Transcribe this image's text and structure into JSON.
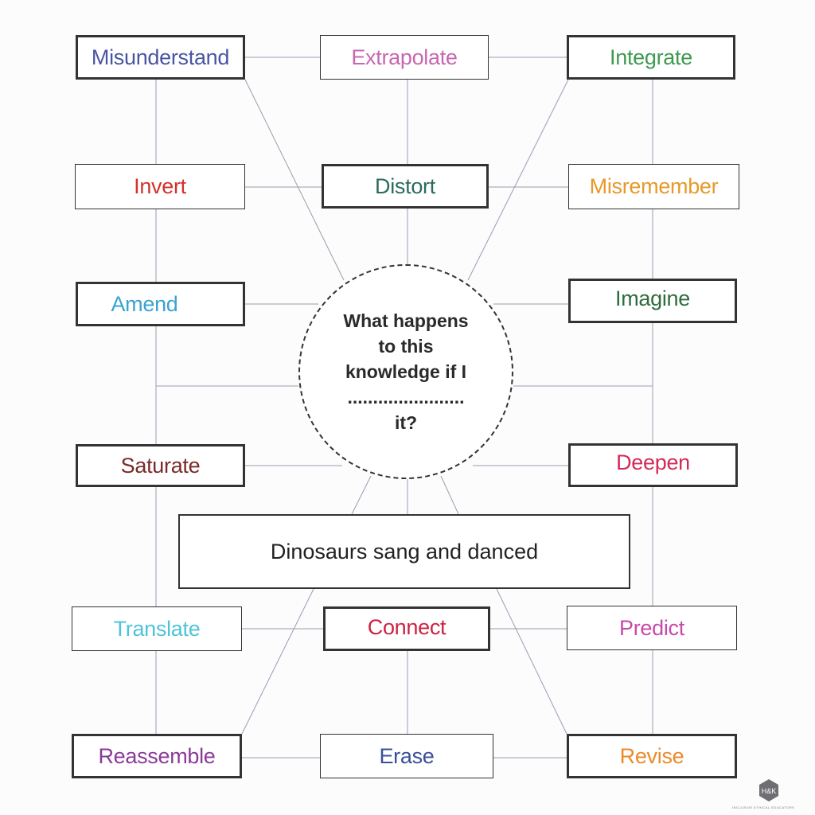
{
  "center_question": {
    "line1": "What happens",
    "line2": "to this",
    "line3": "knowledge if I",
    "line4": ".......................",
    "line5": "it?"
  },
  "statement": "Dinosaurs sang and danced",
  "boxes": [
    {
      "key": "misunderstand",
      "label": "Misunderstand",
      "color": "#4a55a2"
    },
    {
      "key": "extrapolate",
      "label": "Extrapolate",
      "color": "#c867b0"
    },
    {
      "key": "integrate",
      "label": "Integrate",
      "color": "#3f9a50"
    },
    {
      "key": "invert",
      "label": "Invert",
      "color": "#d4322c"
    },
    {
      "key": "distort",
      "label": "Distort",
      "color": "#2b6b5e"
    },
    {
      "key": "misremember",
      "label": "Misremember",
      "color": "#e8992a"
    },
    {
      "key": "amend",
      "label": "Amend",
      "color": "#3aa3cf"
    },
    {
      "key": "imagine",
      "label": "Imagine",
      "color": "#2f6b3c"
    },
    {
      "key": "saturate",
      "label": "Saturate",
      "color": "#7a2a2a"
    },
    {
      "key": "deepen",
      "label": "Deepen",
      "color": "#d42a5a"
    },
    {
      "key": "translate",
      "label": "Translate",
      "color": "#4fc3d9"
    },
    {
      "key": "connect",
      "label": "Connect",
      "color": "#cc2244"
    },
    {
      "key": "predict",
      "label": "Predict",
      "color": "#c84aa8"
    },
    {
      "key": "reassemble",
      "label": "Reassemble",
      "color": "#8a3a98"
    },
    {
      "key": "erase",
      "label": "Erase",
      "color": "#3a4f9a"
    },
    {
      "key": "revise",
      "label": "Revise",
      "color": "#ec8a2a"
    }
  ],
  "logo": {
    "initials": "H&K",
    "tagline": "INCLUSIVE ETHICAL EDUCATORS"
  }
}
